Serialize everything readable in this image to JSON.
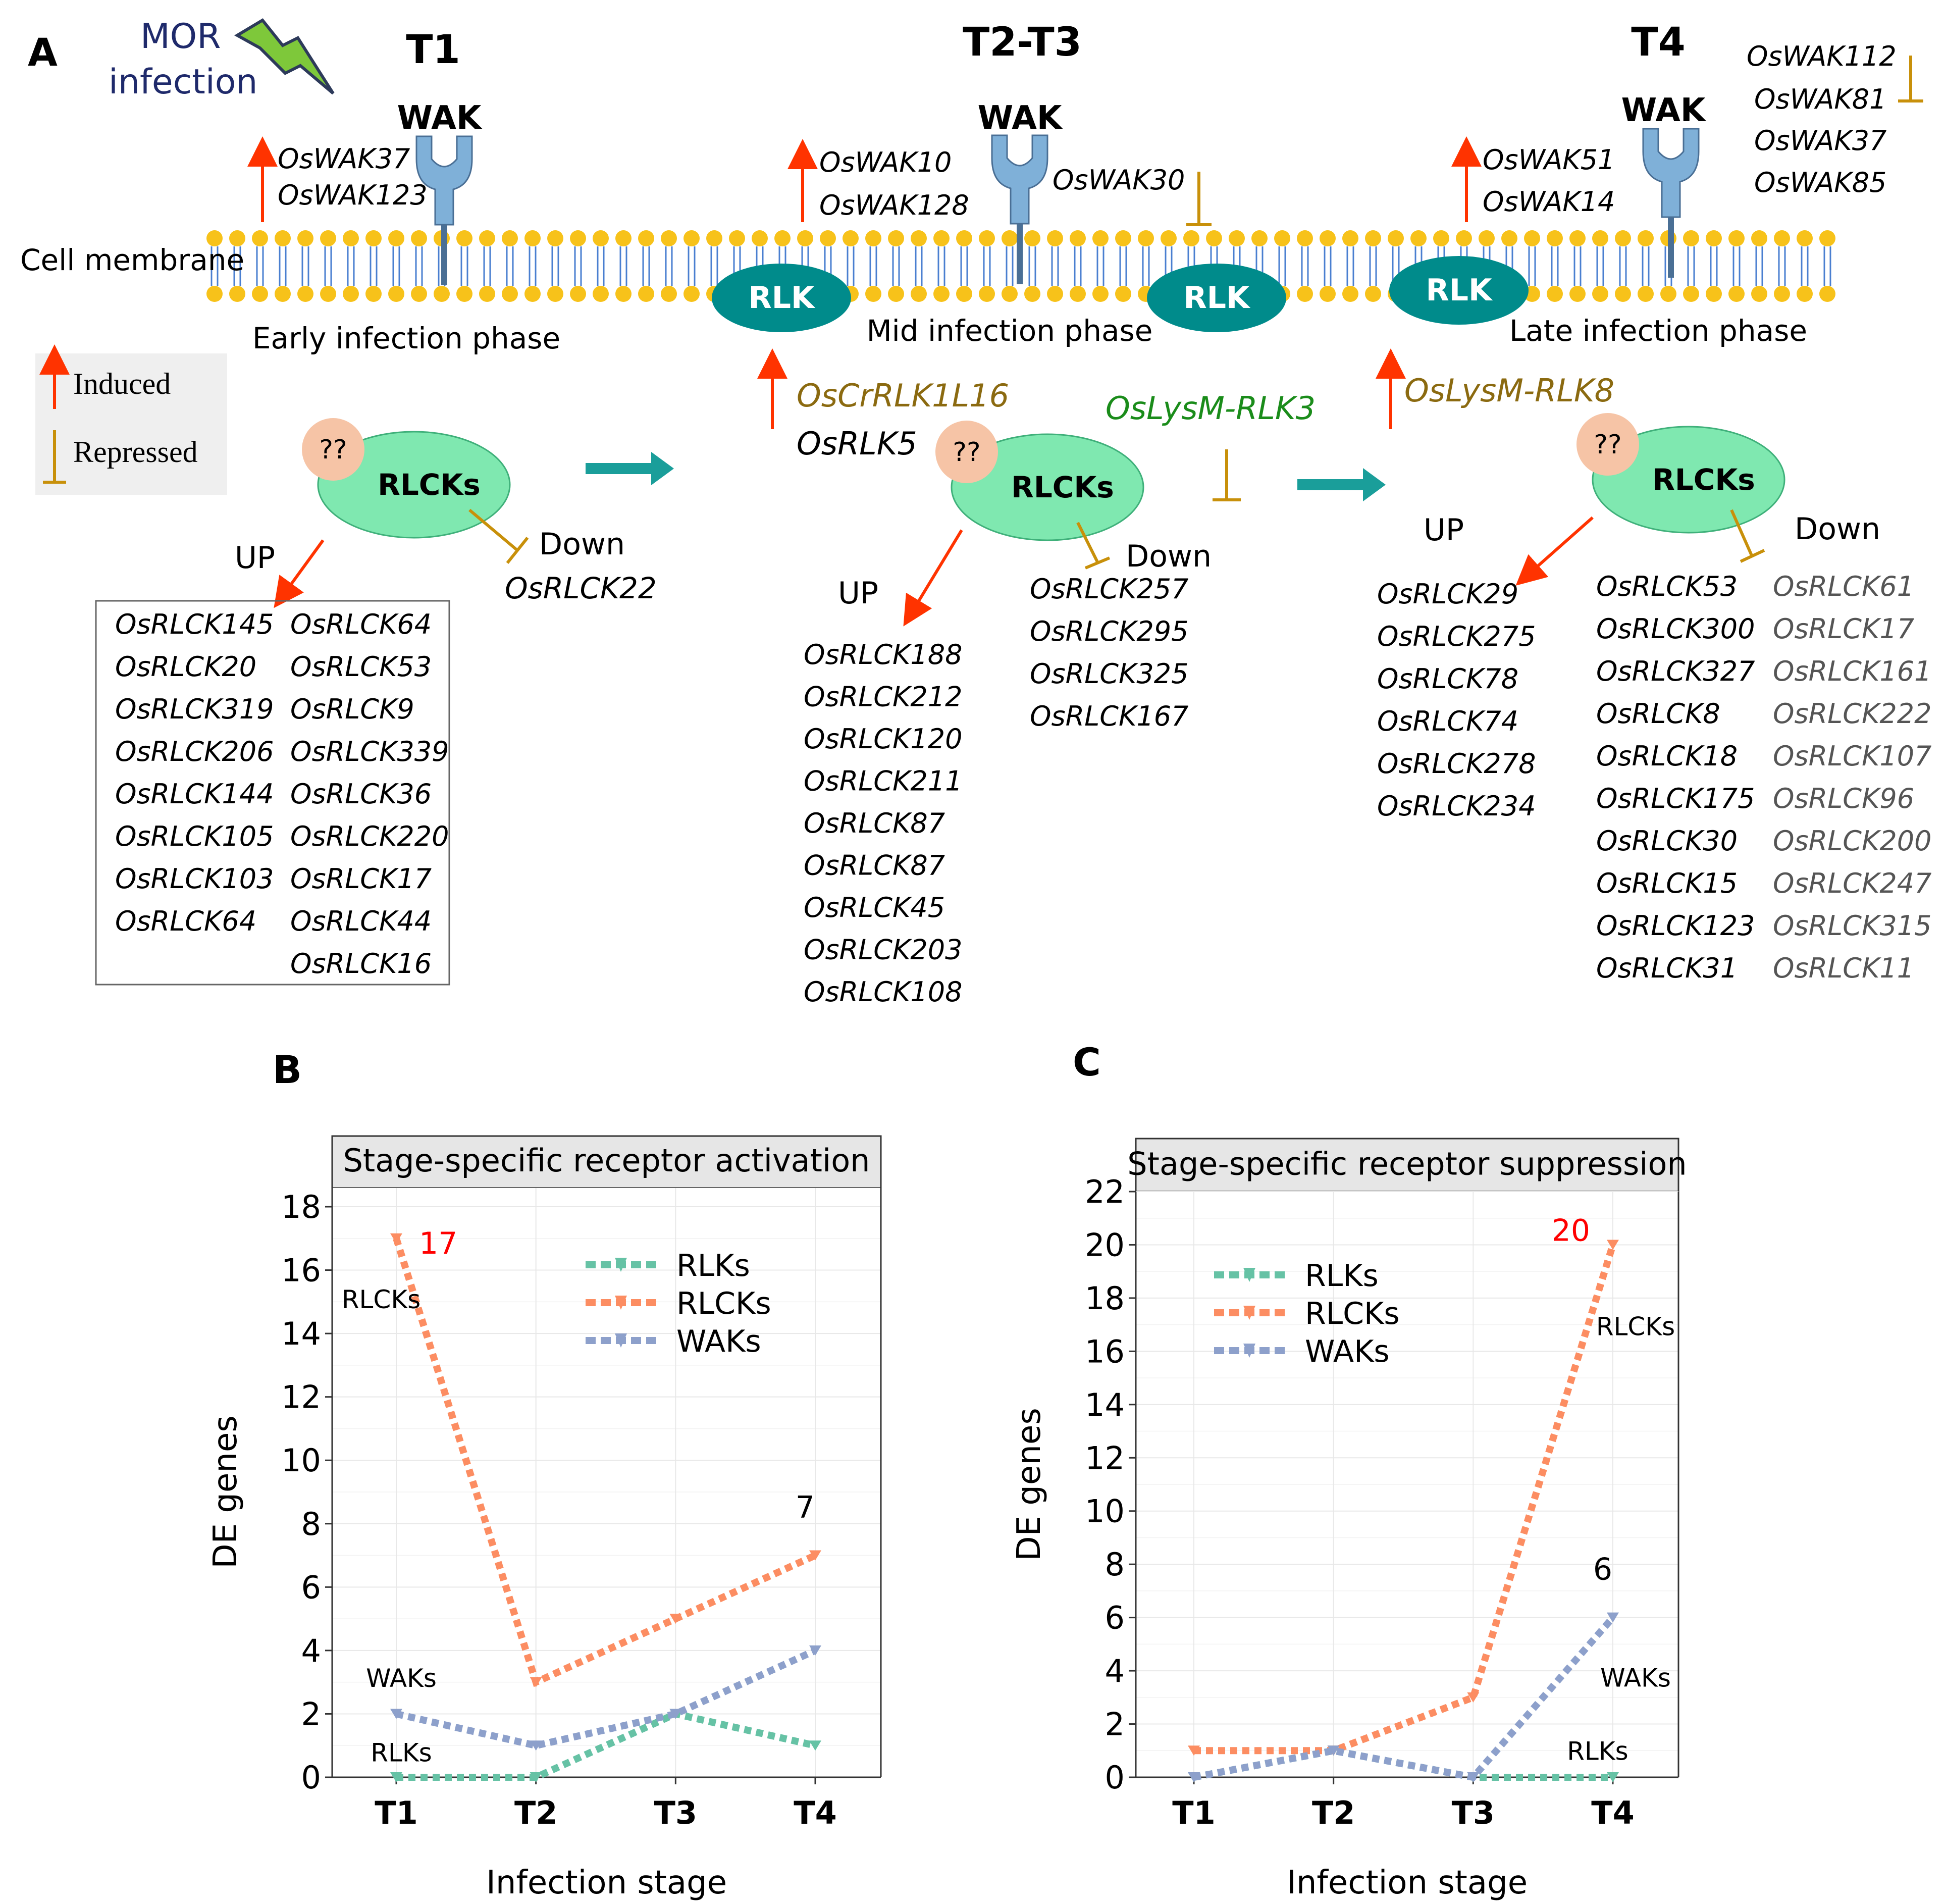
{
  "colors": {
    "induced": "#ff3300",
    "repressed": "#c8900a",
    "rlk": "#008b8b",
    "rlcks_fill": "#7fe8b0",
    "unknown_fill": "#f6c4a6",
    "wak_receptor": "#7fb0d8",
    "lipid_head": "#f7c21a",
    "lipid_tail": "#4a7fd0",
    "gold_gene": "#8b6a10",
    "green_gene": "#1a8c1a",
    "grey_gene": "#555555",
    "series_rlks": "#66c2a5",
    "series_rlcks": "#fc8d62",
    "series_waks": "#8da0cb",
    "label_red": "#ff0000"
  },
  "panelA": {
    "label": "A",
    "mor_infection": [
      "MOR",
      "infection"
    ],
    "stages": [
      "T1",
      "T2-T3",
      "T4"
    ],
    "wak_label": "WAK",
    "rlk_label": "RLK",
    "cell_membrane": "Cell membrane",
    "phases": [
      "Early infection phase",
      "Mid infection phase",
      "Late infection phase"
    ],
    "legend": {
      "induced": "Induced",
      "repressed": "Repressed"
    },
    "unknown": "??",
    "rlcks": "RLCKs",
    "up": "UP",
    "down": "Down",
    "t1_wak_up": [
      "OsWAK37",
      "OsWAK123"
    ],
    "t23_wak_up": [
      "OsWAK10",
      "OsWAK128"
    ],
    "t23_wak_down": "OsWAK30",
    "t4_wak_up": [
      "OsWAK51",
      "OsWAK14"
    ],
    "t4_wak_down": [
      "OsWAK112",
      "OsWAK81",
      "OsWAK37",
      "OsWAK85"
    ],
    "t23_rlk_up": [
      "OsCrRLK1L16",
      "OsRLK5"
    ],
    "t23_rlk_down": "OsLysM-RLK3",
    "t4_rlk_up": "OsLysM-RLK8",
    "t1_rlck_down": "OsRLCK22",
    "t1_rlck_up_col1": [
      "OsRLCK145",
      "OsRLCK20",
      "OsRLCK319",
      "OsRLCK206",
      "OsRLCK144",
      "OsRLCK105",
      "OsRLCK103",
      "OsRLCK64"
    ],
    "t1_rlck_up_col2": [
      "OsRLCK64",
      "OsRLCK53",
      "OsRLCK9",
      "OsRLCK339",
      "OsRLCK36",
      "OsRLCK220",
      "OsRLCK17",
      "OsRLCK44",
      "OsRLCK16"
    ],
    "t23_rlck_up": [
      "OsRLCK188",
      "OsRLCK212",
      "OsRLCK120",
      "OsRLCK211",
      "OsRLCK87",
      "OsRLCK87",
      "OsRLCK45",
      "OsRLCK203",
      "OsRLCK108"
    ],
    "t23_rlck_down": [
      "OsRLCK257",
      "OsRLCK295",
      "OsRLCK325",
      "OsRLCK167"
    ],
    "t4_rlck_up": [
      "OsRLCK29",
      "OsRLCK275",
      "OsRLCK78",
      "OsRLCK74",
      "OsRLCK278",
      "OsRLCK234"
    ],
    "t4_rlck_mid": [
      "OsRLCK53",
      "OsRLCK300",
      "OsRLCK327",
      "OsRLCK8",
      "OsRLCK18",
      "OsRLCK175",
      "OsRLCK30",
      "OsRLCK15",
      "OsRLCK123",
      "OsRLCK31"
    ],
    "t4_rlck_down": [
      "OsRLCK61",
      "OsRLCK17",
      "OsRLCK161",
      "OsRLCK222",
      "OsRLCK107",
      "OsRLCK96",
      "OsRLCK200",
      "OsRLCK247",
      "OsRLCK315",
      "OsRLCK11"
    ]
  },
  "chart_data": [
    {
      "panel": "B",
      "type": "line",
      "title": "Stage-specific  receptor  activation",
      "xlabel": "Infection stage",
      "ylabel": "DE genes",
      "categories": [
        "T1",
        "T2",
        "T3",
        "T4"
      ],
      "ylim": [
        0,
        18
      ],
      "yticks": [
        0,
        2,
        4,
        6,
        8,
        10,
        12,
        14,
        16,
        18
      ],
      "grid": true,
      "legend_position": "top-right",
      "series": [
        {
          "name": "RLKs",
          "values": [
            0,
            0,
            2,
            1
          ]
        },
        {
          "name": "RLCKs",
          "values": [
            17,
            3,
            5,
            7
          ]
        },
        {
          "name": "WAKs",
          "values": [
            2,
            1,
            2,
            4
          ]
        }
      ],
      "annotations": [
        "17",
        "7",
        "RLCKs",
        "WAKs",
        "RLKs"
      ]
    },
    {
      "panel": "C",
      "type": "line",
      "title": "Stage-specific receptor suppression",
      "xlabel": "Infection stage",
      "ylabel": "DE genes",
      "categories": [
        "T1",
        "T2",
        "T3",
        "T4"
      ],
      "ylim": [
        0,
        22
      ],
      "yticks": [
        0,
        2,
        4,
        6,
        8,
        10,
        12,
        14,
        16,
        18,
        20,
        22
      ],
      "grid": true,
      "legend_position": "top-left",
      "series": [
        {
          "name": "RLKs",
          "values": [
            0,
            1,
            0,
            0
          ]
        },
        {
          "name": "RLCKs",
          "values": [
            1,
            1,
            3,
            20
          ]
        },
        {
          "name": "WAKs",
          "values": [
            0,
            1,
            0,
            6
          ]
        }
      ],
      "annotations": [
        "20",
        "6",
        "RLCKs",
        "WAKs",
        "RLKs"
      ]
    }
  ]
}
